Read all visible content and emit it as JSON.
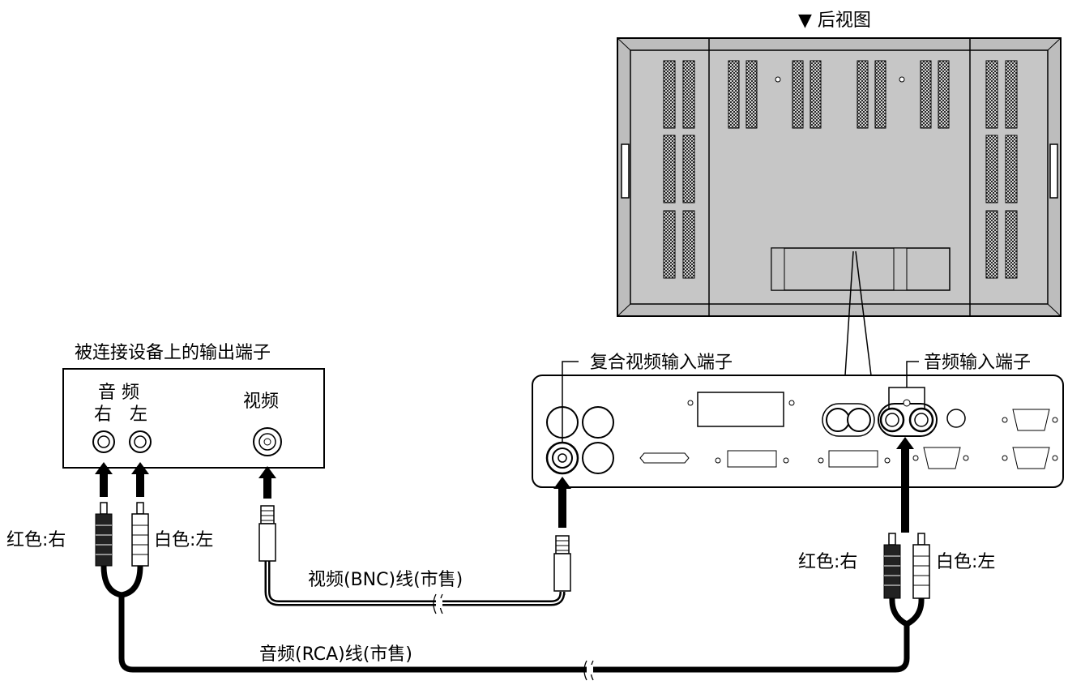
{
  "rear_view": {
    "label": "▼ 后视图"
  },
  "source_device": {
    "title": "被连接设备上的输出端子",
    "audio_label": "音 频",
    "right_label": "右",
    "left_label": "左",
    "video_label": "视频"
  },
  "panel": {
    "composite_label": "复合视频输入端子",
    "audio_in_label": "音频输入端子"
  },
  "plugs": {
    "red_right_left": "红色:右",
    "white_left_left": "白色:左",
    "red_right_right": "红色:右",
    "white_left_right": "白色:左"
  },
  "cables": {
    "video_cable": "视频(BNC)线(市售)",
    "audio_cable": "音频(RCA)线(市售)"
  },
  "colors": {
    "monitor_fill": "#bdbdbd",
    "panel_fill": "#ffffff",
    "stroke": "#000000"
  }
}
